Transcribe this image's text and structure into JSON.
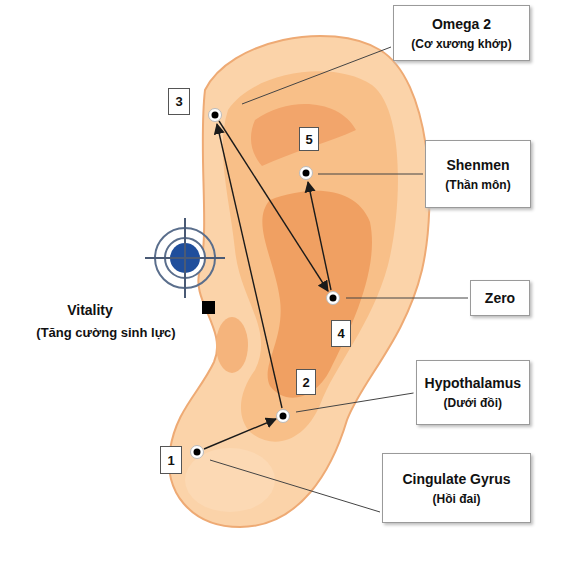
{
  "diagram": {
    "nodes": [
      {
        "text": [
          "Omega 2",
          "(Cơ xương khớp)"
        ]
      },
      {
        "text": [
          "3"
        ]
      },
      {
        "text": [
          "5"
        ]
      },
      {
        "text": [
          "Shenmen",
          "(Thần môn)"
        ]
      },
      {
        "text": [
          "Zero"
        ]
      },
      {
        "text": [
          "4"
        ]
      },
      {
        "text": [
          "Hypothalamus",
          "(Dưới đồi)"
        ]
      },
      {
        "text": [
          "2"
        ]
      },
      {
        "text": [
          "1"
        ]
      },
      {
        "text": [
          "Cingulate Gyrus",
          "(Hồi đai)"
        ]
      }
    ],
    "labels": [
      "Vitality",
      "(Tăng cường sinh lực)"
    ]
  }
}
